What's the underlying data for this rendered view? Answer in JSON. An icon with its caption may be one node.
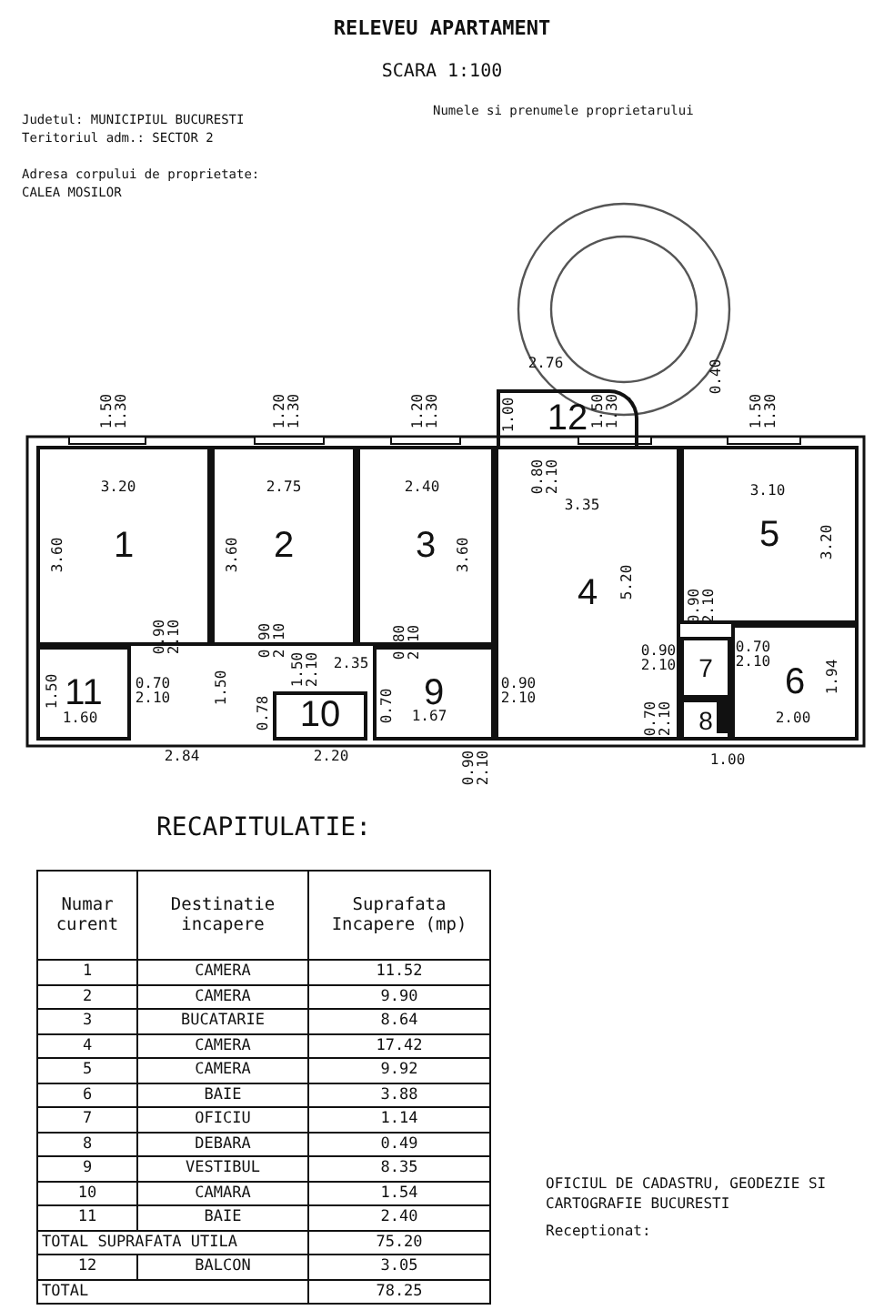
{
  "diagram": {
    "title": "RELEVEU APARTAMENT",
    "nodes": [
      {
        "text": [
          "1"
        ]
      },
      {
        "text": [
          "2"
        ]
      },
      {
        "text": [
          "3"
        ]
      },
      {
        "text": [
          "4"
        ]
      },
      {
        "text": [
          "5"
        ]
      },
      {
        "text": [
          "6"
        ]
      },
      {
        "text": [
          "7"
        ]
      },
      {
        "text": [
          "8"
        ]
      },
      {
        "text": [
          "9"
        ]
      },
      {
        "text": [
          "10"
        ]
      },
      {
        "text": [
          "11"
        ]
      },
      {
        "text": [
          "12"
        ]
      }
    ],
    "edges": [],
    "labels": [
      "SCARA 1:100",
      "Judetul: MUNICIPIUL BUCURESTI",
      "Numele si prenumele proprietarului",
      "Teritoriul adm.: SECTOR 2",
      "Adresa corpului de proprietate:",
      "CALEA MOSILOR",
      "2.76",
      "0.40",
      "1.50 1.30",
      "1.20 1.30",
      "1.20 1.30",
      "1.00",
      "0.80 2.10",
      "1.50 1.30",
      "1.50 1.30",
      "3.20",
      "2.75",
      "2.40",
      "3.35",
      "3.10",
      "3.60",
      "3.60",
      "3.60",
      "5.20",
      "3.20",
      "0.90 2.10",
      "0.90 2.10",
      "0.80 2.10",
      "2.35",
      "0.90 2.10",
      "0.90 2.10",
      "0.90 2.10",
      "0.70 2.10",
      "1.50",
      "0.70 2.10",
      "1.50",
      "0.78",
      "1.50 2.10",
      "0.70",
      "1.67",
      "0.70 2.10",
      "1.94",
      "1.60",
      "0.90 2.10",
      "2.00",
      "2.84",
      "2.20",
      "1.00",
      "RECAPITULATIE:",
      "Numar curent",
      "Destinatie incapere",
      "Suprafata Incapere (mp)",
      "1",
      "CAMERA",
      "11.52",
      "2",
      "CAMERA",
      "9.90",
      "3",
      "BUCATARIE",
      "8.64",
      "4",
      "CAMERA",
      "17.42",
      "5",
      "CAMERA",
      "9.92",
      "6",
      "BAIE",
      "3.88",
      "7",
      "OFICIU",
      "1.14",
      "8",
      "DEBARA",
      "0.49",
      "9",
      "VESTIBUL",
      "8.35",
      "10",
      "CAMARA",
      "1.54",
      "11",
      "BAIE",
      "2.40",
      "TOTAL SUPRAFATA UTILA",
      "75.20",
      "12",
      "BALCON",
      "3.05",
      "TOTAL",
      "78.25",
      "OFICIUL DE CADASTRU, GEODEZIE SI CARTOGRAFIE BUCURESTI",
      "Receptionat:"
    ]
  }
}
